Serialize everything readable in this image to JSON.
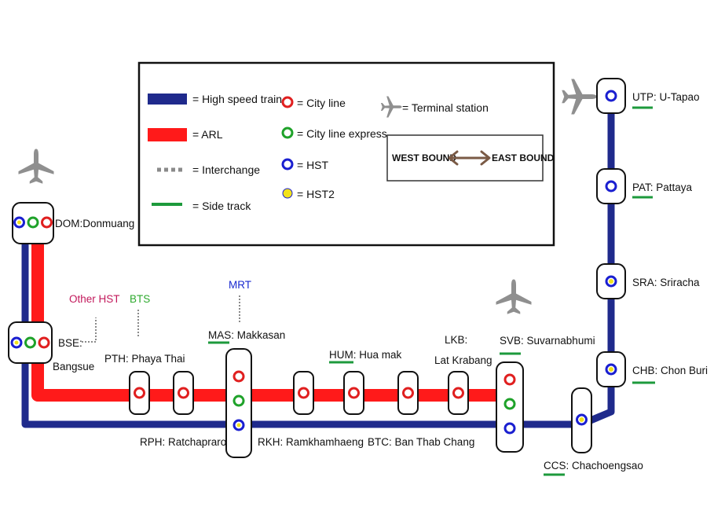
{
  "colors": {
    "hst_line": "#1f2a8c",
    "arl_line": "#ff1a1a",
    "city_line": "#e01f1f",
    "city_express": "#1fa22a",
    "hst": "#1a1fd0",
    "hst2": "#f2e21a",
    "side_track": "#1d9a3c",
    "interchange": "#8a8a8a",
    "arrow": "#7a5a45",
    "other_hst_text": "#c2185b",
    "bts_text": "#2eaa2e",
    "mrt_text": "#1a2ad0",
    "plane": "#8f8f8f"
  },
  "legend": {
    "high_speed": "= High speed train",
    "arl": "= ARL",
    "interchange": "= Interchange",
    "side_track": "= Side track",
    "city_line": "= City line",
    "city_line_express": "= City line express",
    "hst": "= HST",
    "hst2": "= HST2",
    "terminal": "= Terminal station",
    "west_bound": "WEST BOUND",
    "east_bound": "EAST BOUND"
  },
  "external": {
    "other_hst": "Other HST",
    "bts": "BTS",
    "mrt": "MRT"
  },
  "stations": {
    "dom": {
      "code": "DOM",
      "name": ":Donmuang"
    },
    "bangsue": {
      "name": "Bangsue",
      "bse": "BSE:"
    },
    "pth": {
      "label": "PTH: Phaya Thai"
    },
    "rph": {
      "label": "RPH: Ratchaprarop"
    },
    "mas": {
      "code": "MAS",
      "name": ": Makkasan"
    },
    "rkh": {
      "label": "RKH: Ramkhamhaeng"
    },
    "hum": {
      "code": "HUM",
      "name": ": Hua mak"
    },
    "btc": {
      "label": "BTC: Ban Thab Chang"
    },
    "lkb": {
      "line1": "LKB:",
      "line2": "Lat Krabang"
    },
    "svb": {
      "code": "SVB",
      "name": ": Suvarnabhumi"
    },
    "ccs": {
      "code": "CCS",
      "name": ": Chachoengsao"
    },
    "chb": {
      "code": "CHB",
      "name": ": Chon Buri"
    },
    "sra": {
      "label": "SRA: Sriracha"
    },
    "pat": {
      "code": "PAT",
      "name": ": Pattaya"
    },
    "utp": {
      "code": "UTP",
      "name": ": U-Tapao"
    }
  }
}
